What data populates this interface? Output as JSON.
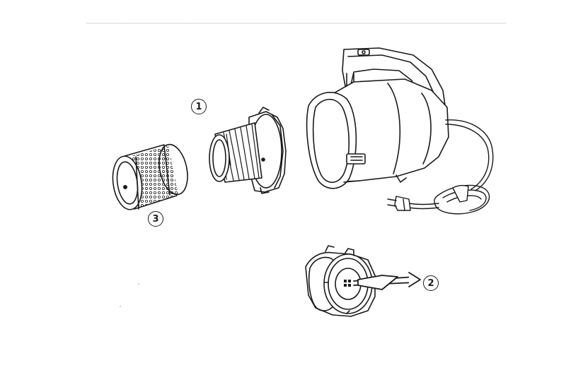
{
  "callouts": {
    "one": "1",
    "two": "2",
    "three": "3"
  },
  "colors": {
    "line": "#1a1a1a",
    "rule": "#c8c8c8",
    "background": "#ffffff"
  },
  "icons": [
    "vacuum-body-icon",
    "cone-filter-icon",
    "mesh-filter-icon",
    "motor-housing-icon",
    "power-plug-icon"
  ]
}
